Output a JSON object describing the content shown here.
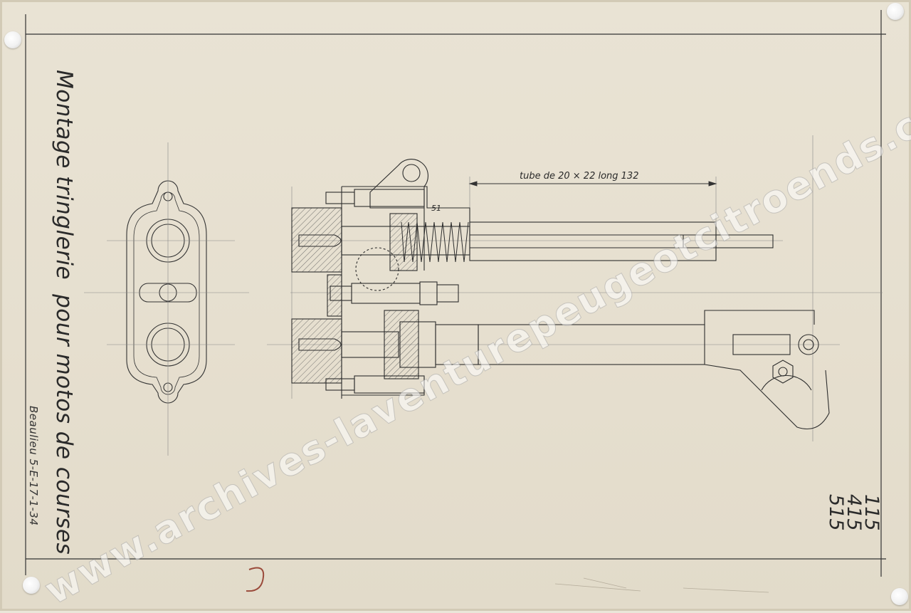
{
  "drawing": {
    "title_part1": "Montage tringlerie",
    "title_part2": "pour motos de courses",
    "signature": "Beaulieu 5-E-17-1-34",
    "references": [
      "115",
      "415",
      "515"
    ],
    "dimension_label": "tube de 20 × 22 long 132",
    "tolerance_label": "51"
  },
  "watermark": {
    "text": "www.archives-laventurepeugeotcitroends.com"
  },
  "colors": {
    "paper": "#e8e2d3",
    "ink": "#2a2a2a",
    "watermark": "#ffffff"
  }
}
